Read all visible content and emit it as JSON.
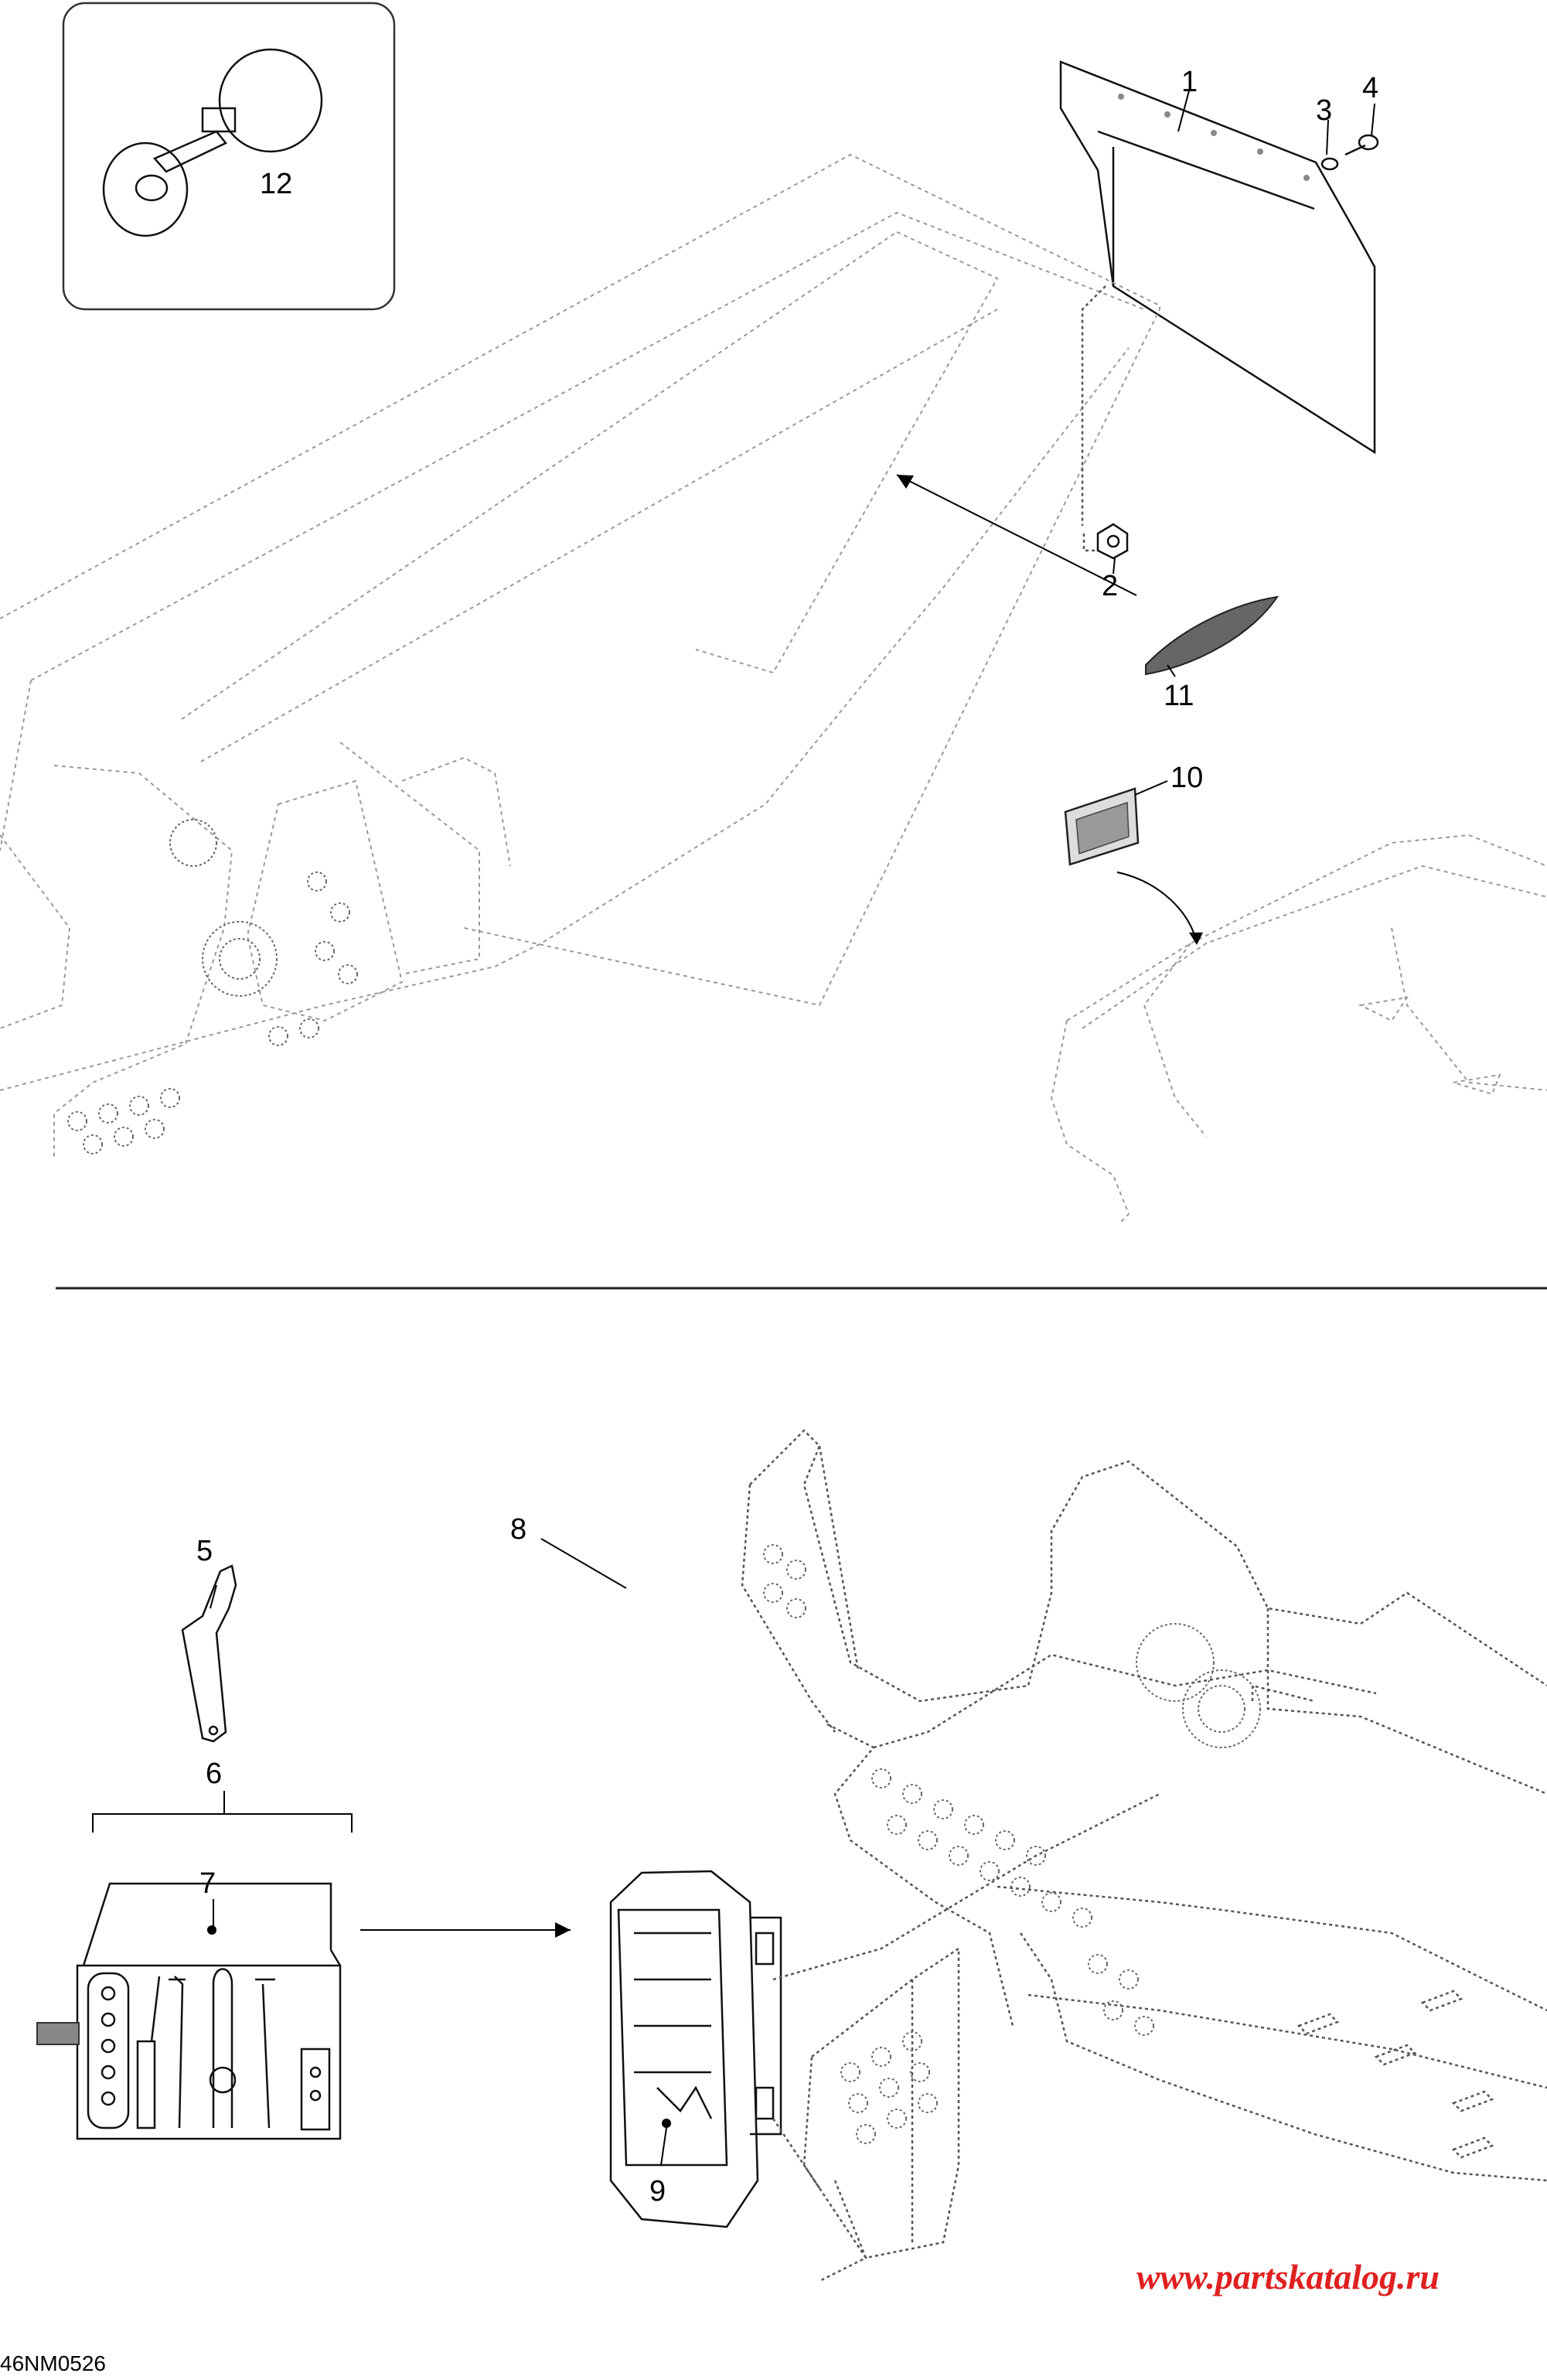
{
  "diagram": {
    "callouts": [
      {
        "id": "1",
        "label": "1"
      },
      {
        "id": "2",
        "label": "2"
      },
      {
        "id": "3",
        "label": "3"
      },
      {
        "id": "4",
        "label": "4"
      },
      {
        "id": "5",
        "label": "5"
      },
      {
        "id": "6",
        "label": "6"
      },
      {
        "id": "7",
        "label": "7"
      },
      {
        "id": "8",
        "label": "8"
      },
      {
        "id": "9",
        "label": "9"
      },
      {
        "id": "10",
        "label": "10"
      },
      {
        "id": "11",
        "label": "11"
      },
      {
        "id": "12",
        "label": "12"
      }
    ],
    "drawing_code": "46NM0526",
    "watermark": "www.partskatalog.ru",
    "colors": {
      "watermark": "#e02020",
      "line": "#111111",
      "phantom": "#999999"
    }
  }
}
